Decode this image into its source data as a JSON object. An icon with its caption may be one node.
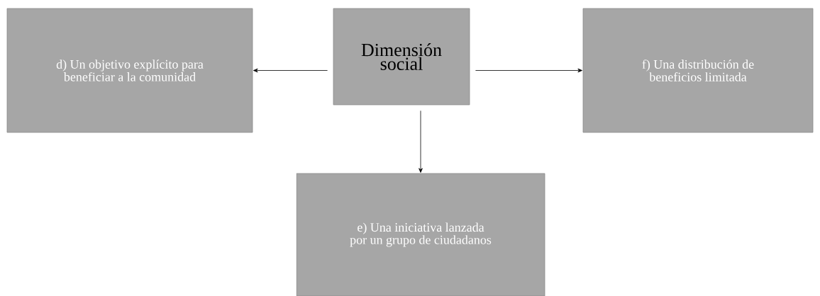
{
  "diagram": {
    "nodes": [
      {
        "text": [
          "d) Un objetivo explícito para beneficiar a la comunidad"
        ]
      },
      {
        "text": [
          "Dimensión social"
        ]
      },
      {
        "text": [
          "f) Una distribución de beneficios limitada"
        ]
      },
      {
        "text": [
          "e) Una iniciativa lanzada por un grupo de ciudadanos"
        ]
      }
    ],
    "edges": [
      {
        "from": 1,
        "to": 0,
        "arrow": "to"
      },
      {
        "from": 1,
        "to": 2,
        "arrow": "to"
      },
      {
        "from": 1,
        "to": 3,
        "arrow": "to"
      }
    ]
  }
}
